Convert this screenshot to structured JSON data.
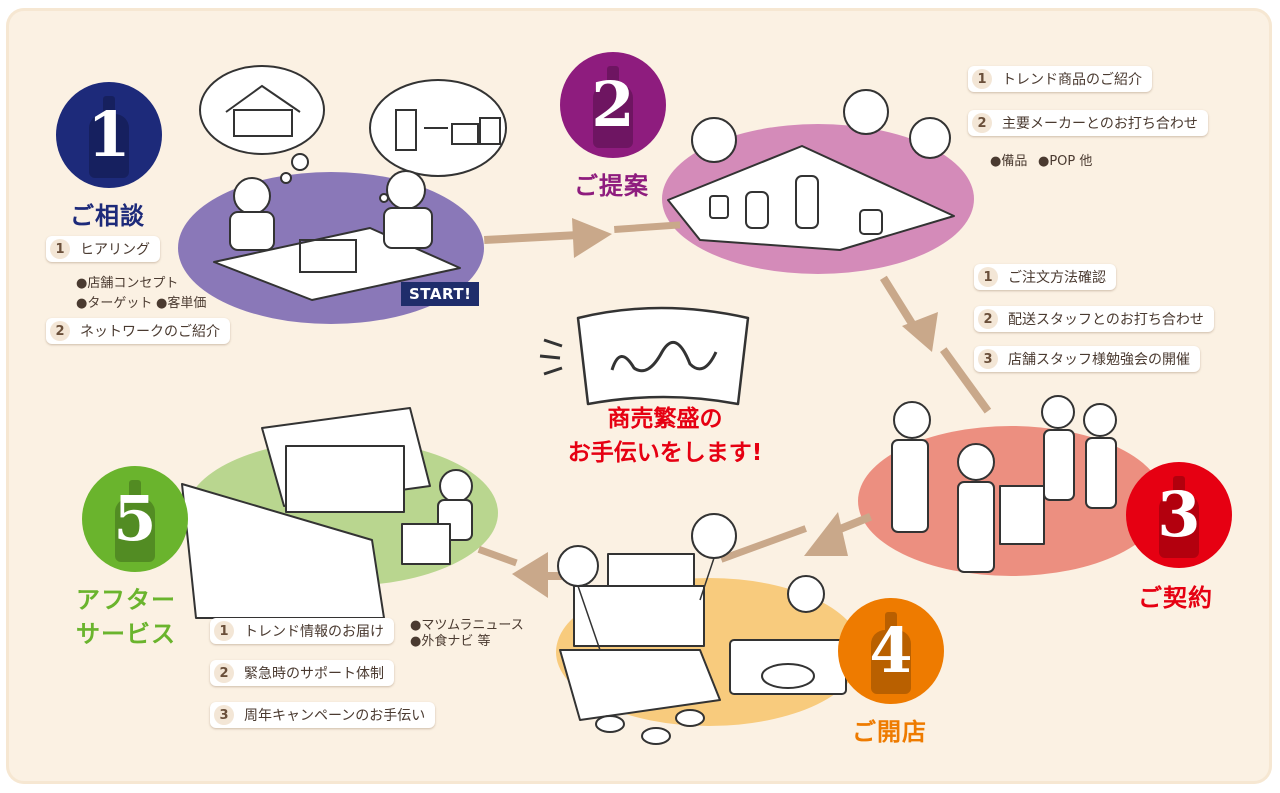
{
  "steps": [
    {
      "number": "1",
      "title": "ご相談",
      "color": "#1d2a7a"
    },
    {
      "number": "2",
      "title": "ご提案",
      "color": "#8e1c7e"
    },
    {
      "number": "3",
      "title": "ご契約",
      "color": "#e60012"
    },
    {
      "number": "4",
      "title": "ご開店",
      "color": "#ee7b00"
    },
    {
      "number": "5",
      "title": "アフター\nサービス",
      "title_line1": "アフター",
      "title_line2": "サービス",
      "color": "#6ab42d"
    }
  ],
  "start_label": "START!",
  "center_message": {
    "line1": "商売繁盛の",
    "line2": "お手伝いをします!"
  },
  "step1_items": [
    {
      "n": "1",
      "label": "ヒアリング"
    },
    {
      "n": "2",
      "label": "ネットワークのご紹介"
    }
  ],
  "step1_subs": {
    "line1": "●店舗コンセプト",
    "line2a": "●ターゲット",
    "line2b": "●客単価"
  },
  "step2_items": [
    {
      "n": "1",
      "label": "トレンド商品のご紹介"
    },
    {
      "n": "2",
      "label": "主要メーカーとのお打ち合わせ"
    }
  ],
  "step2_subs": {
    "a": "●備品",
    "b": "●POP 他"
  },
  "step3_items": [
    {
      "n": "1",
      "label": "ご注文方法確認"
    },
    {
      "n": "2",
      "label": "配送スタッフとのお打ち合わせ"
    },
    {
      "n": "3",
      "label": "店舗スタッフ様勉強会の開催"
    }
  ],
  "step5_items": [
    {
      "n": "1",
      "label": "トレンド情報のお届け"
    },
    {
      "n": "2",
      "label": "緊急時のサポート体制"
    },
    {
      "n": "3",
      "label": "周年キャンペーンのお手伝い"
    }
  ],
  "step5_subs": {
    "line1": "●マツムラニュース",
    "line2": "●外食ナビ 等"
  },
  "colors": {
    "background": "#fbf1e3",
    "arrow": "#c9a88a",
    "message": "#e60012"
  }
}
